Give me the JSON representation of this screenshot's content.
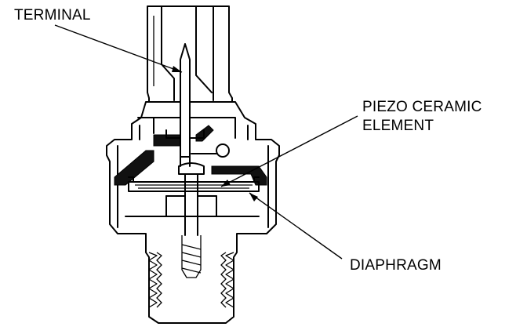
{
  "labels": {
    "terminal": "TERMINAL",
    "piezo_line1": "PIEZO CERAMIC",
    "piezo_line2": "ELEMENT",
    "diaphragm": "DIAPHRAGM"
  },
  "colors": {
    "ink": "#000000",
    "background": "#ffffff"
  }
}
